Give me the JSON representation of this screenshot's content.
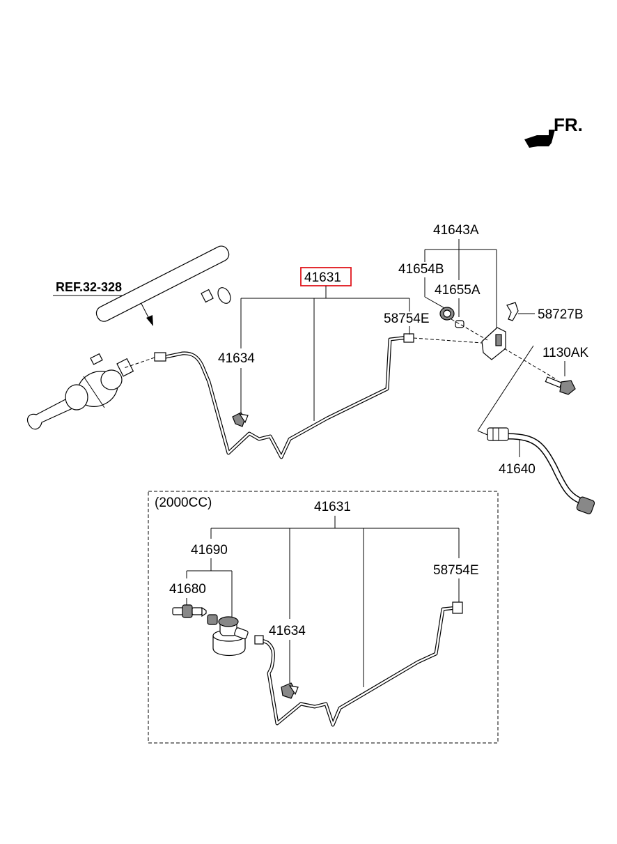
{
  "diagram": {
    "direction_label": "FR.",
    "reference_label": "REF.32-328",
    "main": {
      "tube_assembly": "41631",
      "clip": "41634",
      "fitting": "58754E",
      "bracket_assy": "41643A",
      "grommet": "41654B",
      "bushing": "41655A",
      "clip_b": "58727B",
      "bolt": "1130AK",
      "hose": "41640"
    },
    "variant": {
      "title": "(2000CC)",
      "tube_assembly": "41631",
      "reservoir_assy": "41690",
      "fitting_assy": "41680",
      "clip": "41634",
      "fitting": "58754E"
    },
    "highlight_color": "#e0151b"
  }
}
